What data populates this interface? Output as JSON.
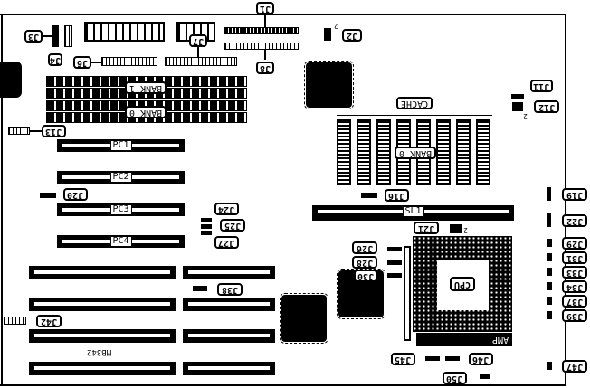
{
  "board_model": "MB342",
  "labels": {
    "J1": "J1",
    "J2": "J2",
    "J3": "J3",
    "J4": "J4",
    "J6": "J6",
    "J7": "J7",
    "J8": "J8",
    "J11": "J11",
    "J12": "J12",
    "J13": "J13",
    "J16": "J16",
    "J19": "J19",
    "J20": "J20",
    "J21": "J21",
    "J22": "J22",
    "J24": "J24",
    "J25": "J25",
    "J26": "J26",
    "J27": "J27",
    "J28": "J28",
    "J29": "J29",
    "J30": "J30",
    "J31": "J31",
    "J33": "J33",
    "J34": "J34",
    "J37": "J37",
    "J38": "J38",
    "J39": "J39",
    "J42": "J42",
    "J45": "J45",
    "J46": "J46",
    "J47": "J47",
    "J50": "J50"
  },
  "pin_one_marks": {
    "J2": "2",
    "J12": "2",
    "J21": "2"
  },
  "memory": {
    "bank1": "BANK 1",
    "bank0": "BANK 0"
  },
  "cache": {
    "title": "CACHE",
    "bank": "BANK 0"
  },
  "slots": {
    "pc1": "PC1",
    "pc2": "PC2",
    "pc3": "PC3",
    "pc4": "PC4",
    "sl1": "SL1"
  },
  "cpu": {
    "label": "CPU",
    "socket_brand": "AMP"
  }
}
